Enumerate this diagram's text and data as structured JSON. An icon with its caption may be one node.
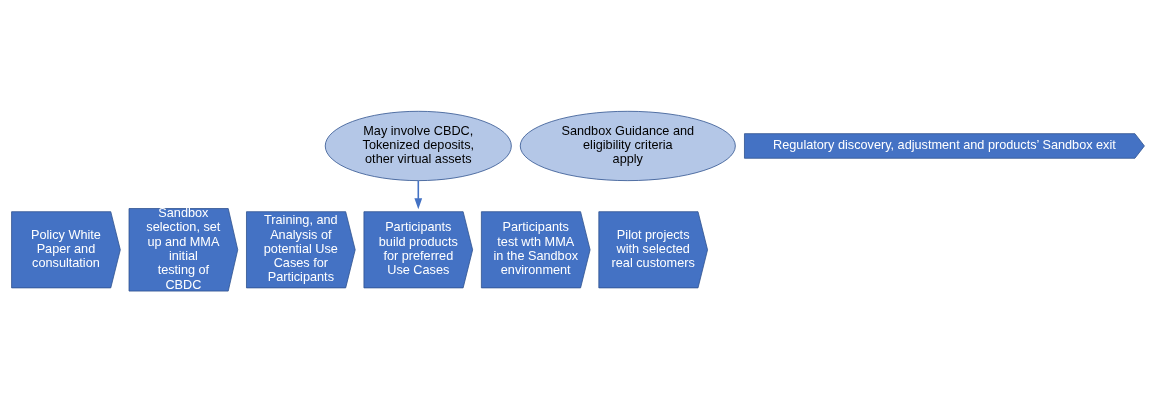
{
  "diagram": {
    "nodes": [
      {
        "text": [
          "Policy White Paper and consultation"
        ]
      },
      {
        "text": [
          "Sandbox selection, set up and MMA initial testing of CBDC"
        ]
      },
      {
        "text": [
          "Training, and Analysis of potential Use Cases for Participants"
        ]
      },
      {
        "text": [
          "Participants build products for preferred Use Cases"
        ]
      },
      {
        "text": [
          "Participants test wth MMA in the Sandbox environment"
        ]
      },
      {
        "text": [
          "Pilot projects with selected real customers"
        ]
      },
      {
        "text": [
          "May involve CBDC, Tokenized deposits, other virtual assets"
        ]
      },
      {
        "text": [
          "Sandbox Guidance and eligibility criteria apply"
        ]
      },
      {
        "text": [
          "Regulatory discovery, adjustment and products’ Sandbox exit"
        ]
      }
    ],
    "edges": [
      {
        "from": 6,
        "to": 3,
        "arrow": "to"
      }
    ]
  }
}
